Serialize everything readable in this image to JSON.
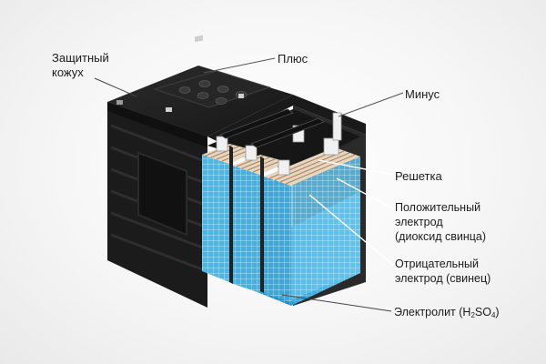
{
  "labels": {
    "casing": "Защитный\nкожух",
    "plus": "Плюс",
    "minus": "Минус",
    "grid": "Решетка",
    "positive": "Положительный\nэлектрод\n(диоксид свинца)",
    "negative": "Отрицательный\nэлектрод (свинец)",
    "electrolyte": {
      "prefix": "Электролит (H",
      "sub1": "2",
      "mid": "SO",
      "sub2": "4",
      "suffix": ")"
    }
  },
  "colors": {
    "casing": "#222222",
    "electrolyte": "#3fb6e8",
    "leader": "#ffffff"
  }
}
